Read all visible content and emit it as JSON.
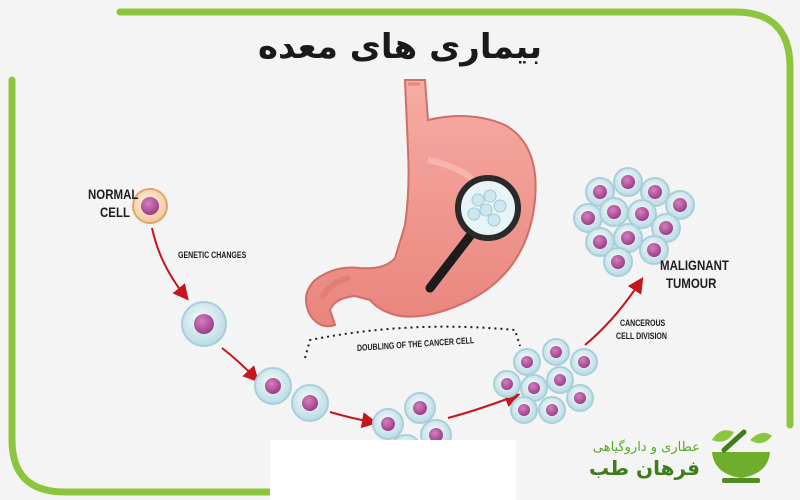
{
  "title": "بیماری های معده",
  "labels": {
    "normal_cell": "NORMAL",
    "normal_cell_2": "CELL",
    "genetic_changes": "GENETIC CHANGES",
    "doubling": "DOUBLING OF THE CANCER CELL",
    "cancerous": "CANCEROUS",
    "cell_division": "CELL DIVISION",
    "malignant": "MALIGNANT",
    "tumour": "TUMOUR"
  },
  "brand": {
    "subtitle": "عطاری و داروگیاهی",
    "name": "فرهان طب"
  },
  "colors": {
    "frame_green": "#8cc63f",
    "stomach": "#f19a92",
    "cell_body": "#d9ecf0",
    "nucleus": "#b4559c",
    "arrow": "#c4161c"
  },
  "icons": [
    "magnifier-icon",
    "mortar-pestle-icon",
    "leaf-icon"
  ]
}
